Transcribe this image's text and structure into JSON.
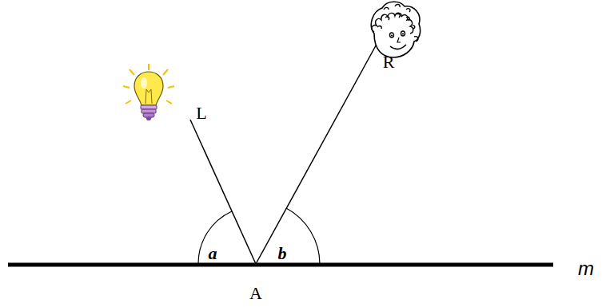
{
  "diagram": {
    "labels": [
      "L",
      "R",
      "a",
      "b",
      "A",
      "m"
    ]
  }
}
